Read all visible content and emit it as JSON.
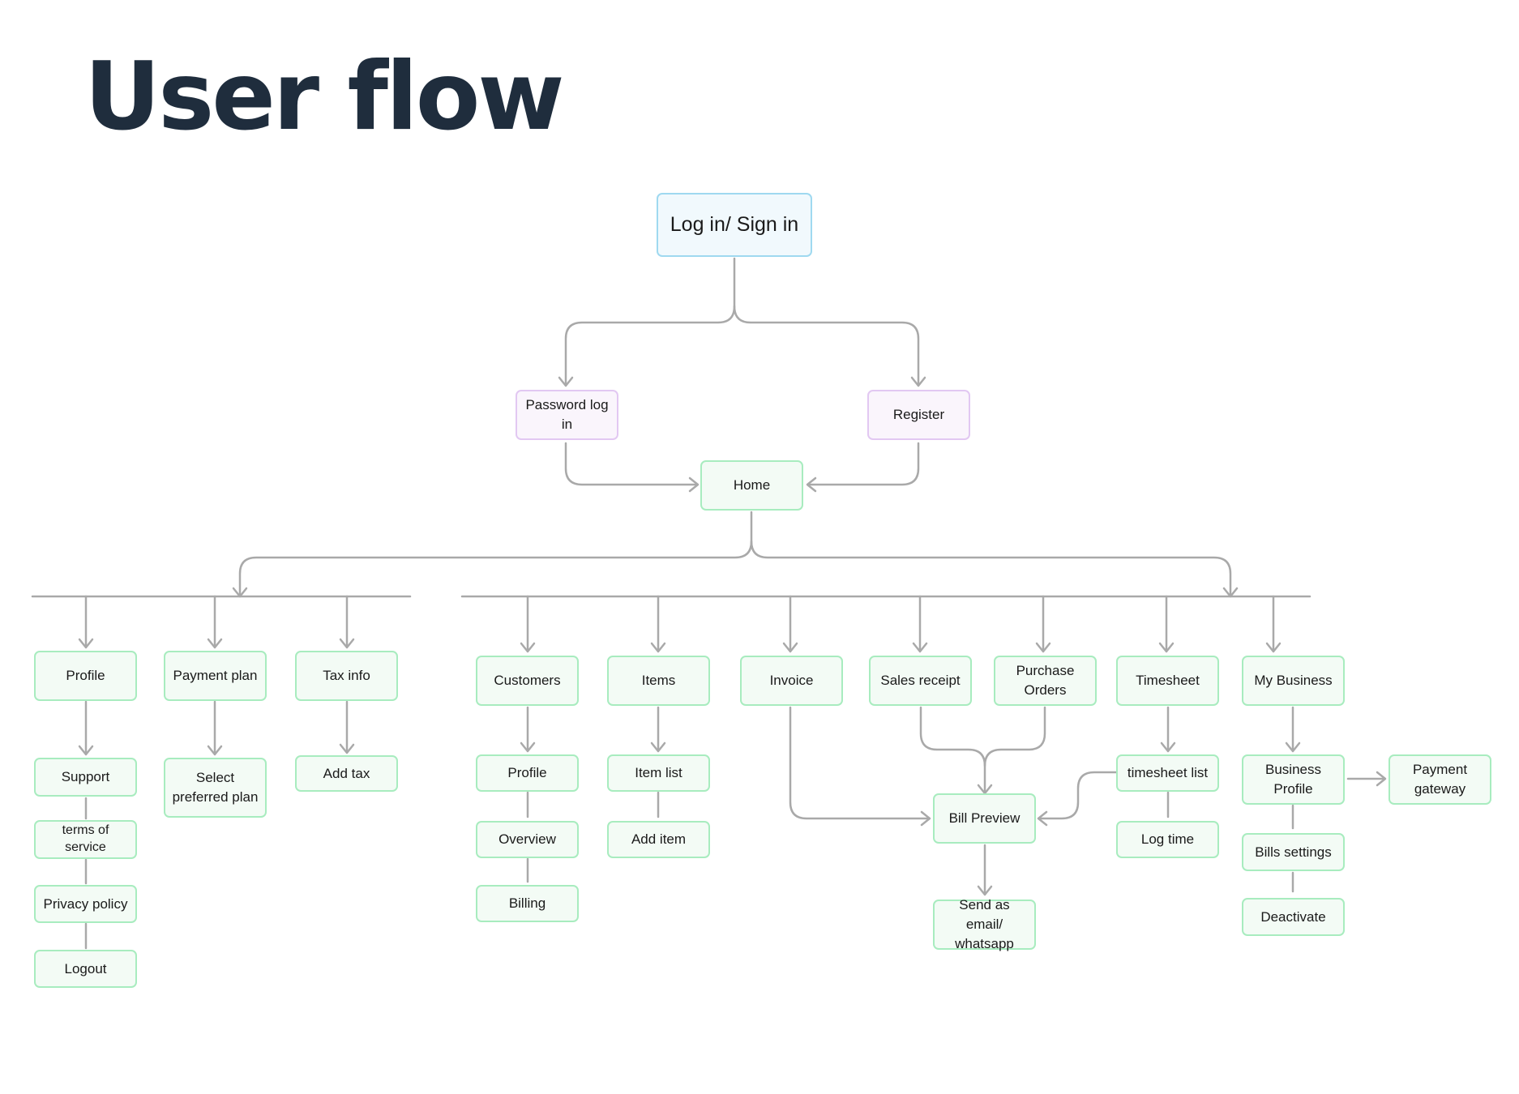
{
  "title": "User flow",
  "colors": {
    "title": "#1f2d3d",
    "connector": "#a9a9a9",
    "node_green_border": "#a8ecbf",
    "node_green_fill": "#f3fbf5",
    "node_blue_border": "#9fd9f0",
    "node_blue_fill": "#f1f9fd",
    "node_purple_border": "#e2c8f2",
    "node_purple_fill": "#faf5fc"
  },
  "nodes": {
    "login": "Log in/ Sign in",
    "password_login": "Password log in",
    "register": "Register",
    "home": "Home",
    "profile": "Profile",
    "support": "Support",
    "terms": "terms of\nservice",
    "privacy": "Privacy policy",
    "logout": "Logout",
    "payment_plan": "Payment plan",
    "select_plan": "Select\npreferred plan",
    "tax_info": "Tax info",
    "add_tax": "Add tax",
    "customers": "Customers",
    "customer_profile": "Profile",
    "overview": "Overview",
    "billing": "Billing",
    "items": "Items",
    "item_list": "Item list",
    "add_item": "Add item",
    "invoice": "Invoice",
    "sales_receipt": "Sales receipt",
    "purchase_orders": "Purchase\nOrders",
    "bill_preview": "Bill Preview",
    "send_email": "Send as email/\nwhatsapp",
    "timesheet": "Timesheet",
    "timesheet_list": "timesheet list",
    "log_time": "Log time",
    "my_business": "My Business",
    "business_profile": "Business\nProfile",
    "payment_gateway": "Payment\ngateway",
    "bills_settings": "Bills settings",
    "deactivate": "Deactivate"
  }
}
